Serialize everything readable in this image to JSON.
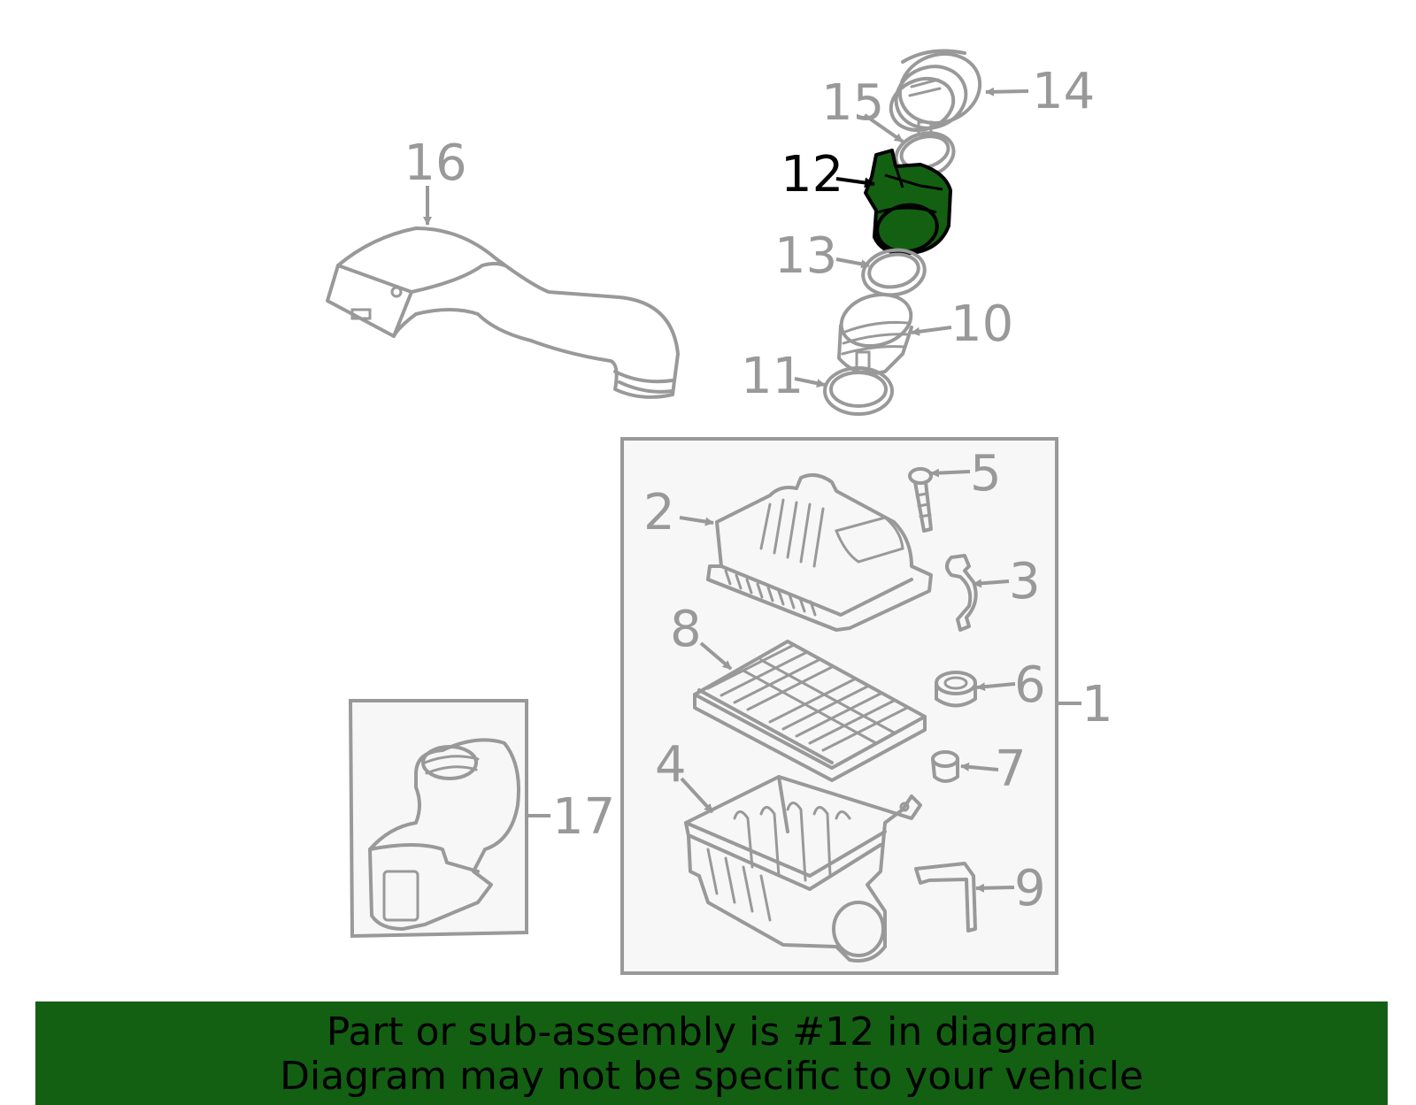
{
  "callouts": {
    "c1": "1",
    "c2": "2",
    "c3": "3",
    "c4": "4",
    "c5": "5",
    "c6": "6",
    "c7": "7",
    "c8": "8",
    "c9": "9",
    "c10": "10",
    "c11": "11",
    "c12": "12",
    "c13": "13",
    "c14": "14",
    "c15": "15",
    "c16": "16",
    "c17": "17"
  },
  "highlighted_part": "12",
  "colors": {
    "highlight": "#136013",
    "line_art": "#999999",
    "box_fill": "#f7f7f7",
    "banner": "#136013",
    "banner_text": "#000000"
  },
  "footer": {
    "line1": "Part or sub-assembly is #12 in diagram",
    "line2": "Diagram may not be specific to your vehicle"
  }
}
